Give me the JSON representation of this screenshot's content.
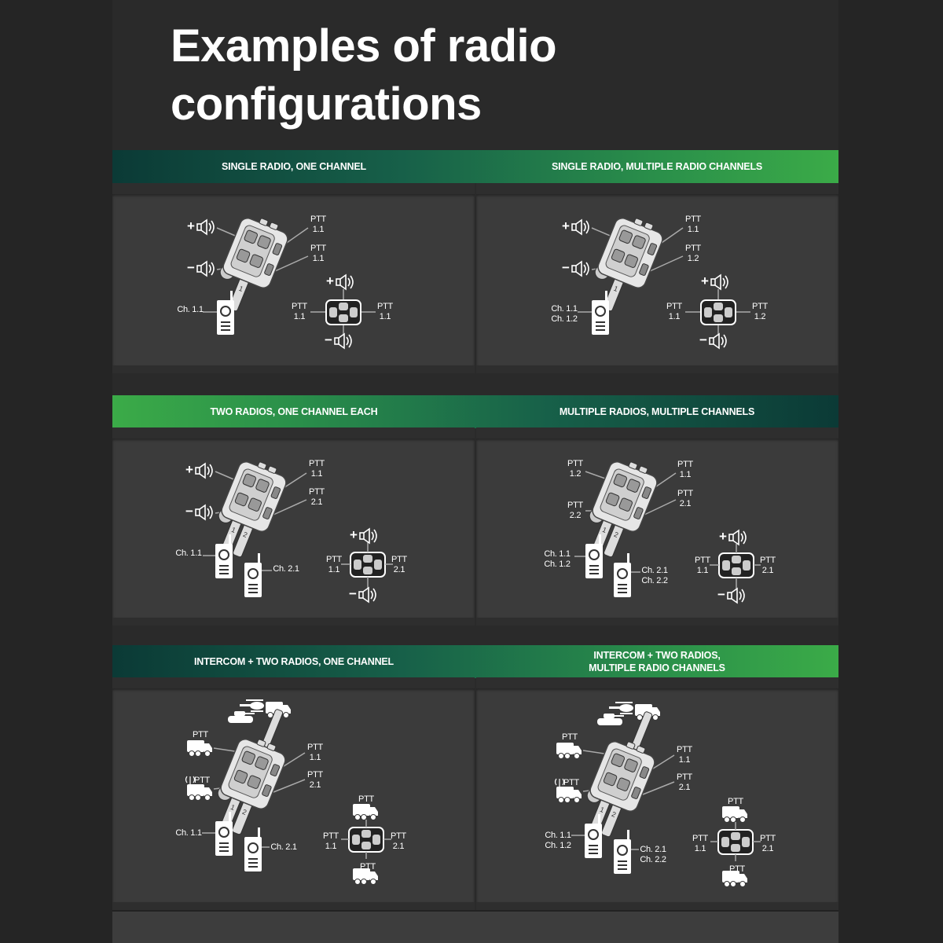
{
  "title": "Examples of radio configurations",
  "symbols": {
    "plus": "+",
    "minus": "−"
  },
  "colors": {
    "banner_dark": "#0b3a36",
    "banner_bright": "#3bab48",
    "panel": "#3b3b3b",
    "background": "#2a2a2a"
  },
  "panels": [
    {
      "title": "SINGLE RADIO, ONE CHANNEL",
      "labels": {
        "ptt_a": "PTT\n1.1",
        "ptt_b": "PTT\n1.1",
        "ch": "Ch. 1.1",
        "pad_left": "PTT\n1.1",
        "pad_right": "PTT\n1.1"
      }
    },
    {
      "title": "SINGLE RADIO,  MULTIPLE RADIO CHANNELS",
      "labels": {
        "ptt_a": "PTT\n1.1",
        "ptt_b": "PTT\n1.2",
        "ch": "Ch. 1.1\nCh. 1.2",
        "pad_left": "PTT\n1.1",
        "pad_right": "PTT\n1.2"
      }
    },
    {
      "title": "TWO RADIOS,  ONE CHANNEL EACH",
      "labels": {
        "ptt_a": "PTT\n1.1",
        "ptt_b": "PTT\n2.1",
        "ch": "Ch. 1.1",
        "ch2": "Ch. 2.1",
        "pad_left": "PTT\n1.1",
        "pad_right": "PTT\n2.1"
      }
    },
    {
      "title": "MULTIPLE RADIOS,  MULTIPLE CHANNELS",
      "labels": {
        "ptt_left_a": "PTT\n1.2",
        "ptt_left_b": "PTT\n2.2",
        "ptt_a": "PTT\n1.1",
        "ptt_b": "PTT\n2.1",
        "ch": "Ch. 1.1\nCh. 1.2",
        "ch2": "Ch. 2.1\nCh. 2.2",
        "pad_left": "PTT\n1.1",
        "pad_right": "PTT\n2.1"
      }
    },
    {
      "title": "INTERCOM + TWO RADIOS,  ONE CHANNEL",
      "labels": {
        "ptt_ic": "PTT",
        "ptt_rv": "PTT",
        "ptt_a": "PTT\n1.1",
        "ptt_b": "PTT\n2.1",
        "ch": "Ch. 1.1",
        "ch2": "Ch. 2.1",
        "pad_top": "PTT",
        "pad_bottom": "PTT",
        "pad_left": "PTT\n1.1",
        "pad_right": "PTT\n2.1"
      }
    },
    {
      "title": "INTERCOM + TWO RADIOS,\nMULTIPLE RADIO CHANNELS",
      "labels": {
        "ptt_ic": "PTT",
        "ptt_rv": "PTT",
        "ptt_a": "PTT\n1.1",
        "ptt_b": "PTT\n2.1",
        "ch": "Ch. 1.1\nCh. 1.2",
        "ch2": "Ch. 2.1\nCh. 2.2",
        "pad_top": "PTT",
        "pad_bottom": "PTT",
        "pad_left": "PTT\n1.1",
        "pad_right": "PTT\n2.1"
      }
    }
  ]
}
